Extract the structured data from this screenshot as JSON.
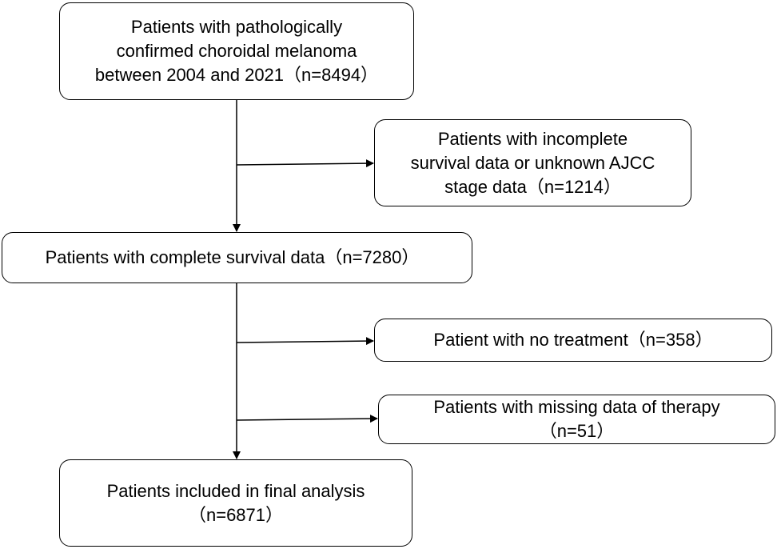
{
  "boxes": {
    "start": {
      "lines": [
        "Patients with pathologically",
        "confirmed choroidal melanoma",
        "between 2004 and 2021（n=8494）"
      ]
    },
    "exclusion_1": {
      "lines": [
        "Patients with incomplete",
        "survival data or unknown AJCC",
        "stage data（n=1214）"
      ]
    },
    "intermediate": {
      "lines": [
        "Patients with complete survival data（n=7280）"
      ]
    },
    "exclusion_2": {
      "lines": [
        "Patient with no treatment（n=358）"
      ]
    },
    "exclusion_3": {
      "lines": [
        "Patients with missing data of therapy",
        "（n=51）"
      ]
    },
    "final": {
      "lines": [
        "Patients included in final analysis",
        "（n=6871）"
      ]
    }
  }
}
